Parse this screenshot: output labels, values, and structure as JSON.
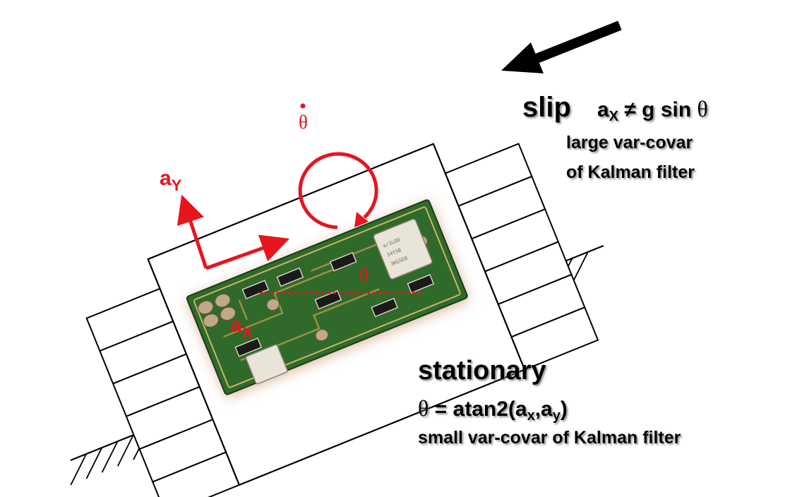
{
  "labels": {
    "theta_dot_symbol": "θ",
    "a_y_base": "a",
    "a_y_sub": "Y",
    "a_x_base": "a",
    "a_x_sub": "X",
    "theta_angle": "θ",
    "slip": {
      "title": "slip",
      "eq_a": "a",
      "eq_sub": "X",
      "eq_rest": " ≠ g sin ",
      "eq_theta": "θ",
      "line1": "large var-covar",
      "line2": "of Kalman filter"
    },
    "stationary": {
      "title": "stationary",
      "eq_theta": "θ",
      "eq_main": " = atan2(a",
      "eq_sub_x": "x",
      "eq_comma": ",a",
      "eq_sub_y": "y",
      "eq_close": ")",
      "line1": "small var-covar of Kalman filter"
    }
  },
  "colors": {
    "annotation_red": "#e8141e",
    "text_black": "#000000",
    "pcb_green": "#2f6a2a",
    "outline": "#000000"
  },
  "icons": {
    "motion_arrow": "arrow-left-icon",
    "rotation_arrow": "rotation-arrow-icon"
  }
}
